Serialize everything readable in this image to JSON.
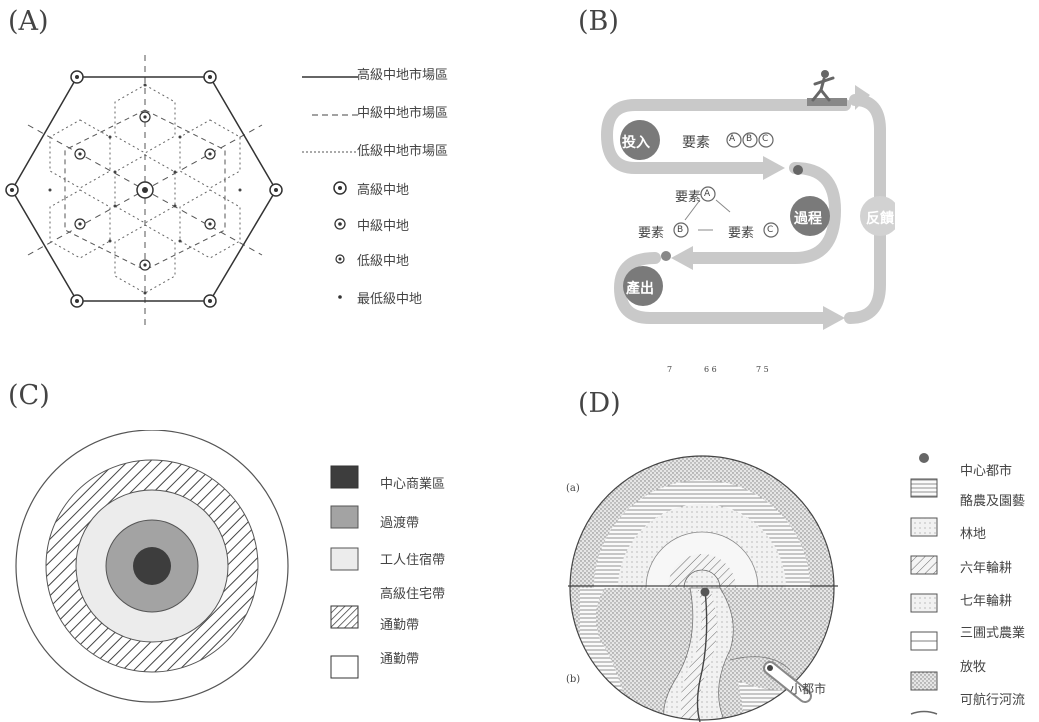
{
  "panels": {
    "a": {
      "label": "(A)",
      "legend": [
        "高級中地市場區",
        "中級中地市場區",
        "低級中地市場區",
        "高級中地",
        "中級中地",
        "低級中地",
        "最低級中地"
      ]
    },
    "b": {
      "label": "(B)",
      "input": "投入",
      "elements": "要素",
      "process": "過程",
      "output": "產出",
      "feedback": "反饋",
      "a": "A",
      "b": "B",
      "c": "C",
      "page_numbers": [
        "7",
        "6 6",
        "7 5"
      ]
    },
    "c": {
      "label": "(C)",
      "legend": [
        "中心商業區",
        "過渡帶",
        "工人住宿帶",
        "高級住宅帶",
        "通勤帶",
        "通勤帶"
      ]
    },
    "d": {
      "label": "(D)",
      "part_a": "(a)",
      "part_b": "(b)",
      "small_city": "小都市",
      "legend": [
        "中心都市",
        "酪農及園藝",
        "林地",
        "六年輪耕",
        "七年輪耕",
        "三圃式農業",
        "放牧",
        "可航行河流"
      ]
    }
  }
}
